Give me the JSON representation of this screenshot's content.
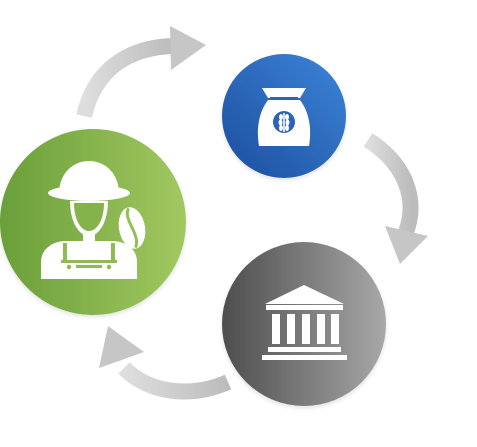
{
  "diagram": {
    "type": "cycle",
    "direction": "clockwise",
    "nodes": [
      {
        "id": "farmer",
        "icon": "farmer-with-coffee-bean-icon",
        "gradient": [
          "#6a9f3a",
          "#a2c860"
        ]
      },
      {
        "id": "grain-sack",
        "icon": "grain-sack-icon",
        "gradient": [
          "#1d4e9e",
          "#3c84d8"
        ]
      },
      {
        "id": "bank",
        "icon": "bank-building-icon",
        "gradient": [
          "#4d4d4d",
          "#a8a8a8"
        ]
      }
    ],
    "arrows": [
      {
        "from": "farmer",
        "to": "grain-sack"
      },
      {
        "from": "grain-sack",
        "to": "bank"
      },
      {
        "from": "bank",
        "to": "farmer"
      }
    ],
    "arrow_color": "#c8c8c8",
    "icon_color": "#ffffff",
    "background": "#ffffff"
  }
}
